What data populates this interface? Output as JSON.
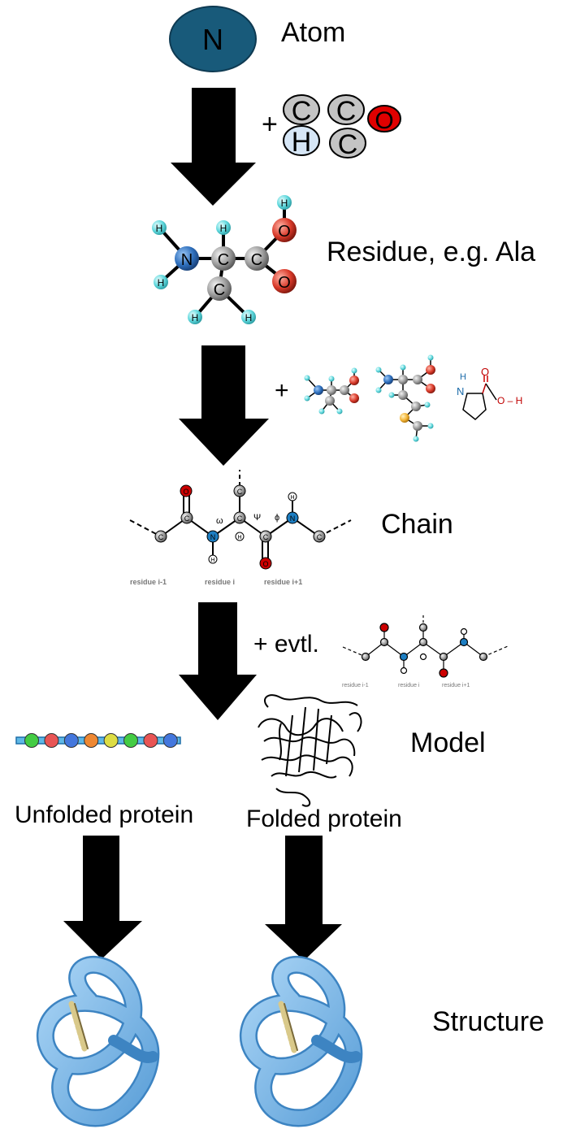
{
  "labels": {
    "atom": "Atom",
    "residue": "Residue, e.g. Ala",
    "chain": "Chain",
    "model": "Model",
    "structure": "Structure",
    "unfolded": "Unfolded protein",
    "folded": "Folded protein"
  },
  "connectors": {
    "plus": "+",
    "plus_evtl": "+ evtl."
  },
  "atom_symbol": "N",
  "element_symbols": {
    "c1": "C",
    "c2": "C",
    "o": "O",
    "h": "H",
    "c3": "C"
  },
  "residue_atoms": {
    "n": "N",
    "ca": "C",
    "c": "C",
    "cb": "C",
    "o1": "O",
    "o2": "O",
    "h": "H"
  },
  "chain_labels": {
    "res_prev": "residue i-1",
    "res_i": "residue i",
    "res_next": "residue i+1",
    "omega": "ω",
    "psi": "Ψ",
    "phi": "ϕ"
  },
  "proline_labels": {
    "h": "H",
    "n": "N",
    "o": "O",
    "oh": "O – H"
  },
  "colors": {
    "atom_n_fill": "#185a7a",
    "carbon": "#b5b5b5",
    "oxygen": "#e00000",
    "hydrogen": "#cfe0f2",
    "nitrogen_ball": "#2e6fbd",
    "hydrogen_ball": "#5ed7dc",
    "oxygen_ball": "#d93a2a",
    "ribbon": "#7cb9e8",
    "arrow": "#000000"
  },
  "unfolded_beads": [
    "#44cc44",
    "#e85555",
    "#4477dd",
    "#ee8833",
    "#dddd44",
    "#44cc44",
    "#e85555",
    "#4477dd"
  ]
}
